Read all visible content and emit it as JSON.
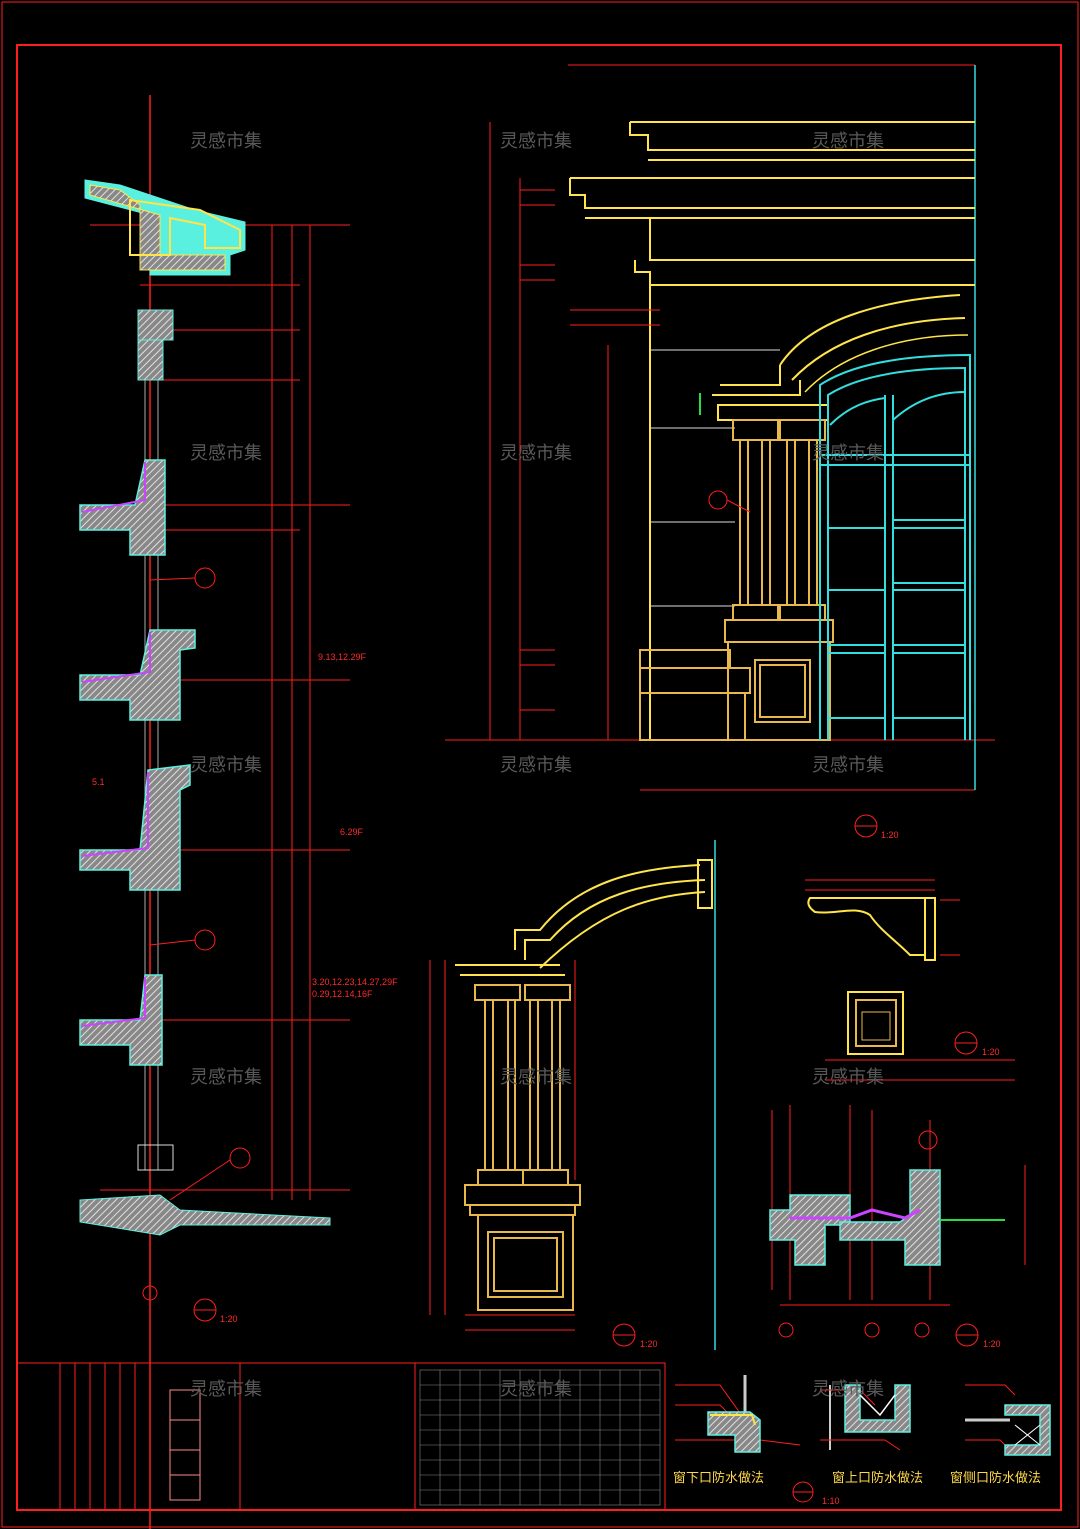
{
  "watermark": "灵感市集",
  "scales": {
    "wall_section": "1:20",
    "elevation": "1:20",
    "arch_detail": "1:20",
    "bracket_detail": "1:20",
    "parapet_detail": "1:20",
    "bottom_details": "1:10"
  },
  "wall_section_labels": {
    "level_a": "9.13,12.29F",
    "level_b": "6.29F",
    "level_c": "3.20,12.23,14.27,29F",
    "level_d": "0.29,12.14,16F",
    "level_e": "5.1"
  },
  "bottom_captions": {
    "left": "窗下口防水做法",
    "middle": "窗上口防水做法",
    "right": "窗侧口防水做法"
  },
  "colors": {
    "frame": "#ff1e1e",
    "cornice": "#ffe44a",
    "column": "#e8b84a",
    "window": "#33dede",
    "hatch": "#cfcfcf",
    "membrane": "#cc44ff",
    "watermark": "#5a5a5a"
  }
}
